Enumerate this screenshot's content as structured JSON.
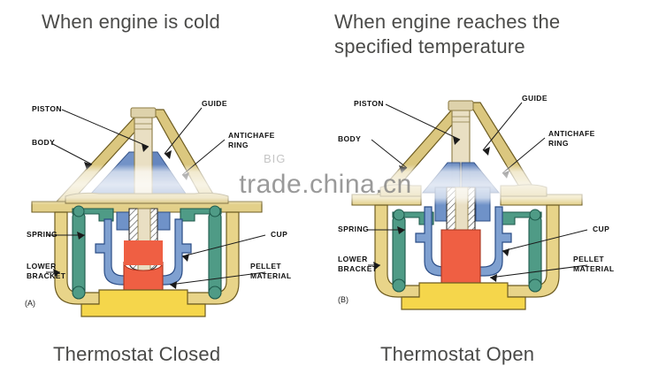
{
  "headings": {
    "left": "When engine is cold",
    "right": "When engine reaches the specified temperature"
  },
  "captions": {
    "left": "Thermostat Closed",
    "right": "Thermostat Open"
  },
  "figures": [
    {
      "id": "A",
      "figure_label": "(A)",
      "state": "closed",
      "callouts": {
        "piston": "PISTON",
        "body": "BODY",
        "guide": "GUIDE",
        "antichafe_ring": "ANTICHAFE\nRING",
        "spring": "SPRING",
        "lower_bracket": "LOWER\nBRACKET",
        "cup": "CUP",
        "pellet_material": "PELLET\nMATERIAL"
      }
    },
    {
      "id": "B",
      "figure_label": "(B)",
      "state": "open",
      "callouts": {
        "piston": "PISTON",
        "body": "BODY",
        "guide": "GUIDE",
        "antichafe_ring": "ANTICHAFE\nRING",
        "spring": "SPRING",
        "lower_bracket": "LOWER\nBRACKET",
        "cup": "CUP",
        "pellet_material": "PELLET\nMATERIAL"
      }
    }
  ],
  "watermark": {
    "text": "trade.china.cn",
    "ghost": "BIG"
  },
  "colors": {
    "brass": "#d9c47a",
    "brass_dark": "#9c8437",
    "piston": "#e8ddc0",
    "valve_blue": "#6f8fc4",
    "cup_blue": "#7fa0d0",
    "spring_green": "#4f9b86",
    "pellet_red": "#ef5f43",
    "bracket_yellow": "#f5d64b",
    "text": "#4a4a48",
    "label": "#111111"
  }
}
